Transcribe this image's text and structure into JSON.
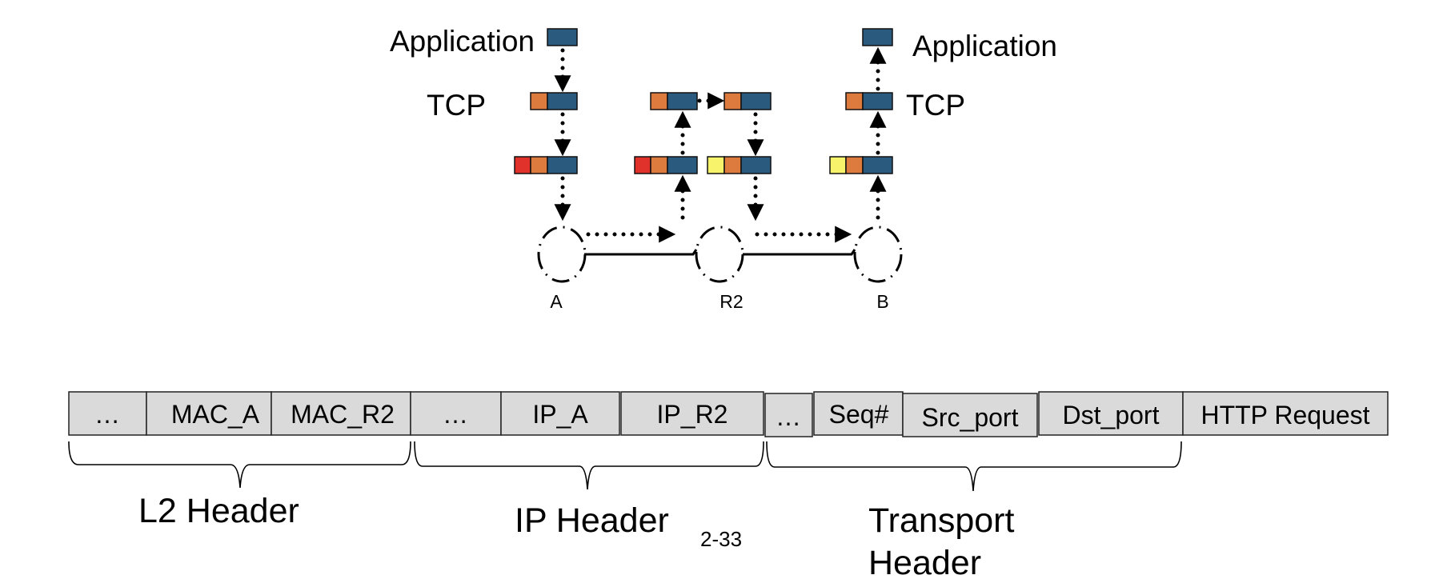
{
  "stack": {
    "app_left": "Application",
    "tcp_left": "TCP",
    "app_right": "Application",
    "tcp_right": "TCP"
  },
  "nodes": {
    "a": "A",
    "r2": "R2",
    "b": "B"
  },
  "packet_fields": [
    "…",
    "MAC_A",
    "MAC_R2",
    "…",
    "IP_A",
    "IP_R2",
    "…",
    "Seq#",
    "Src_port",
    "Dst_port",
    "HTTP Request"
  ],
  "headers": {
    "l2": "L2 Header",
    "ip": "IP Header",
    "transport_line1": "Transport",
    "transport_line2": "Header"
  },
  "slide_number": "2-33",
  "colors": {
    "payload": "#2a5b7e",
    "tcp_header": "#dd7a3e",
    "l2_header_a": "#e0322a",
    "l2_header_r2": "#f7f36a",
    "field_fill": "#dadada"
  }
}
